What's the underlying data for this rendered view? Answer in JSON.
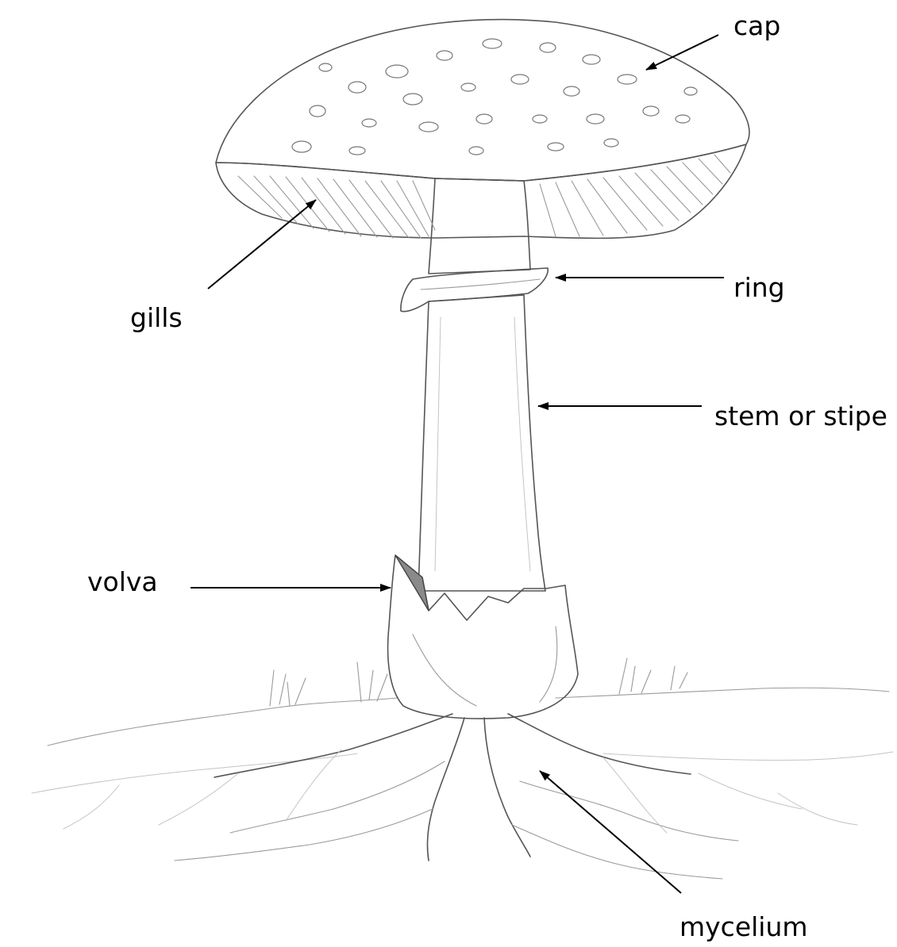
{
  "labels": {
    "cap": "cap",
    "gills": "gills",
    "ring": "ring",
    "stem": "stem or stipe",
    "volva": "volva",
    "mycelium": "mycelium"
  },
  "colors": {
    "ink": "#000000",
    "pencil": "#555555",
    "shade": "#d6d6d6",
    "background": "#ffffff"
  }
}
